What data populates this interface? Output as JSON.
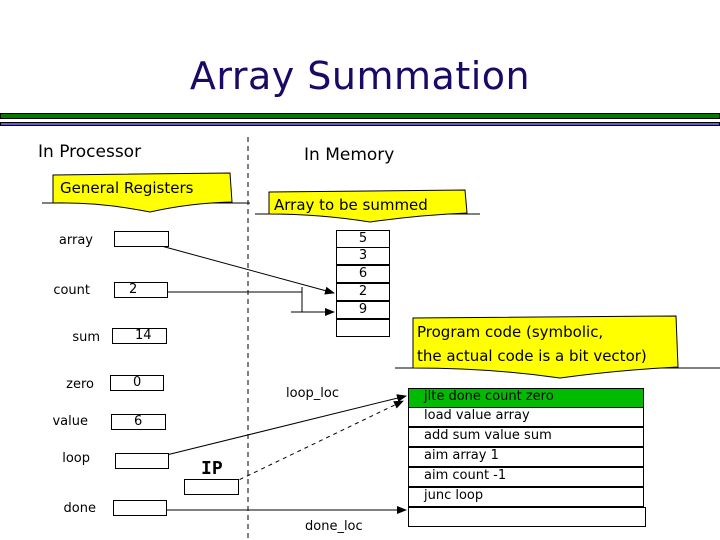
{
  "title": "Array Summation",
  "colors": {
    "title": "#1a0a66",
    "rule_green": "#007a00",
    "rule_blue": "#6a5acd",
    "callout_fill": "#ffff00",
    "current_instruction": "#00bb00"
  },
  "processor": {
    "heading": "In Processor",
    "callout": "General Registers",
    "registers": [
      {
        "name": "array",
        "value": ""
      },
      {
        "name": "count",
        "value": "2"
      },
      {
        "name": "sum",
        "value": "14"
      },
      {
        "name": "zero",
        "value": "0"
      },
      {
        "name": "value",
        "value": "6"
      },
      {
        "name": "loop",
        "value": ""
      },
      {
        "name": "done",
        "value": ""
      }
    ],
    "ip_label": "IP"
  },
  "memory": {
    "heading": "In Memory",
    "callout": "Array to be summed",
    "array_cells": [
      "5",
      "3",
      "6",
      "2",
      "9",
      ""
    ],
    "program_callout_line1": "Program code (symbolic,",
    "program_callout_line2": "the actual code is a bit vector)",
    "loop_loc_label": "loop_loc",
    "done_loc_label": "done_loc",
    "code": [
      "jlte done count zero",
      "load value array",
      "add sum value sum",
      "aim array 1",
      "aim count -1",
      "junc loop",
      ""
    ],
    "current_instruction_index": 0
  }
}
